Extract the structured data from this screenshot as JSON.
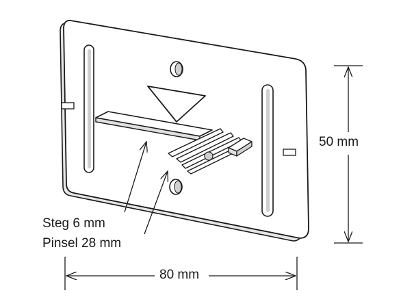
{
  "labels": {
    "height": "50 mm",
    "width": "80 mm",
    "steg": "Steg 6 mm",
    "pinsel": "Pinsel 28 mm"
  },
  "colors": {
    "stroke": "#1a1a1a",
    "plate_face": "#ffffff",
    "plate_edge": "#e6e6e6",
    "slot_fill": "#cfcfcf"
  },
  "icons": {
    "arrow": "triangle-down-icon"
  }
}
